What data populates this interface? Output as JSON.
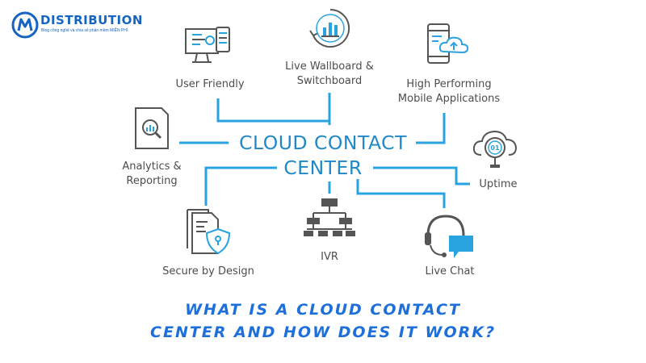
{
  "brand": {
    "name": "DISTRIBUTION",
    "tagline": "Blog công nghệ và chia sẻ phần mềm MIỄN PHÍ",
    "color": "#1565c0"
  },
  "center": {
    "line1": "CLOUD CONTACT",
    "line2": "CENTER",
    "color": "#1e88c8"
  },
  "features": {
    "user_friendly": "User Friendly",
    "wallboard_line1": "Live Wallboard &",
    "wallboard_line2": "Switchboard",
    "mobile_line1": "High Performing",
    "mobile_line2": "Mobile Applications",
    "analytics_line1": "Analytics &",
    "analytics_line2": "Reporting",
    "uptime": "Uptime",
    "secure": "Secure by Design",
    "ivr": "IVR",
    "live_chat": "Live Chat"
  },
  "headline": {
    "line1": "WHAT IS A CLOUD CONTACT",
    "line2": "CENTER AND HOW DOES IT WORK?",
    "color": "#1e6fd9"
  },
  "icons": {
    "user_friendly": "monitor-settings-icon",
    "wallboard": "dashboard-chart-icon",
    "mobile": "mobile-cloud-icon",
    "analytics": "report-magnifier-icon",
    "uptime": "cloud-binary-icon",
    "secure": "document-shield-icon",
    "ivr": "hierarchy-icon",
    "live_chat": "headset-chat-icon"
  },
  "colors": {
    "accent": "#29a3e0",
    "line": "#29a3e0",
    "icon_dark": "#555555"
  }
}
